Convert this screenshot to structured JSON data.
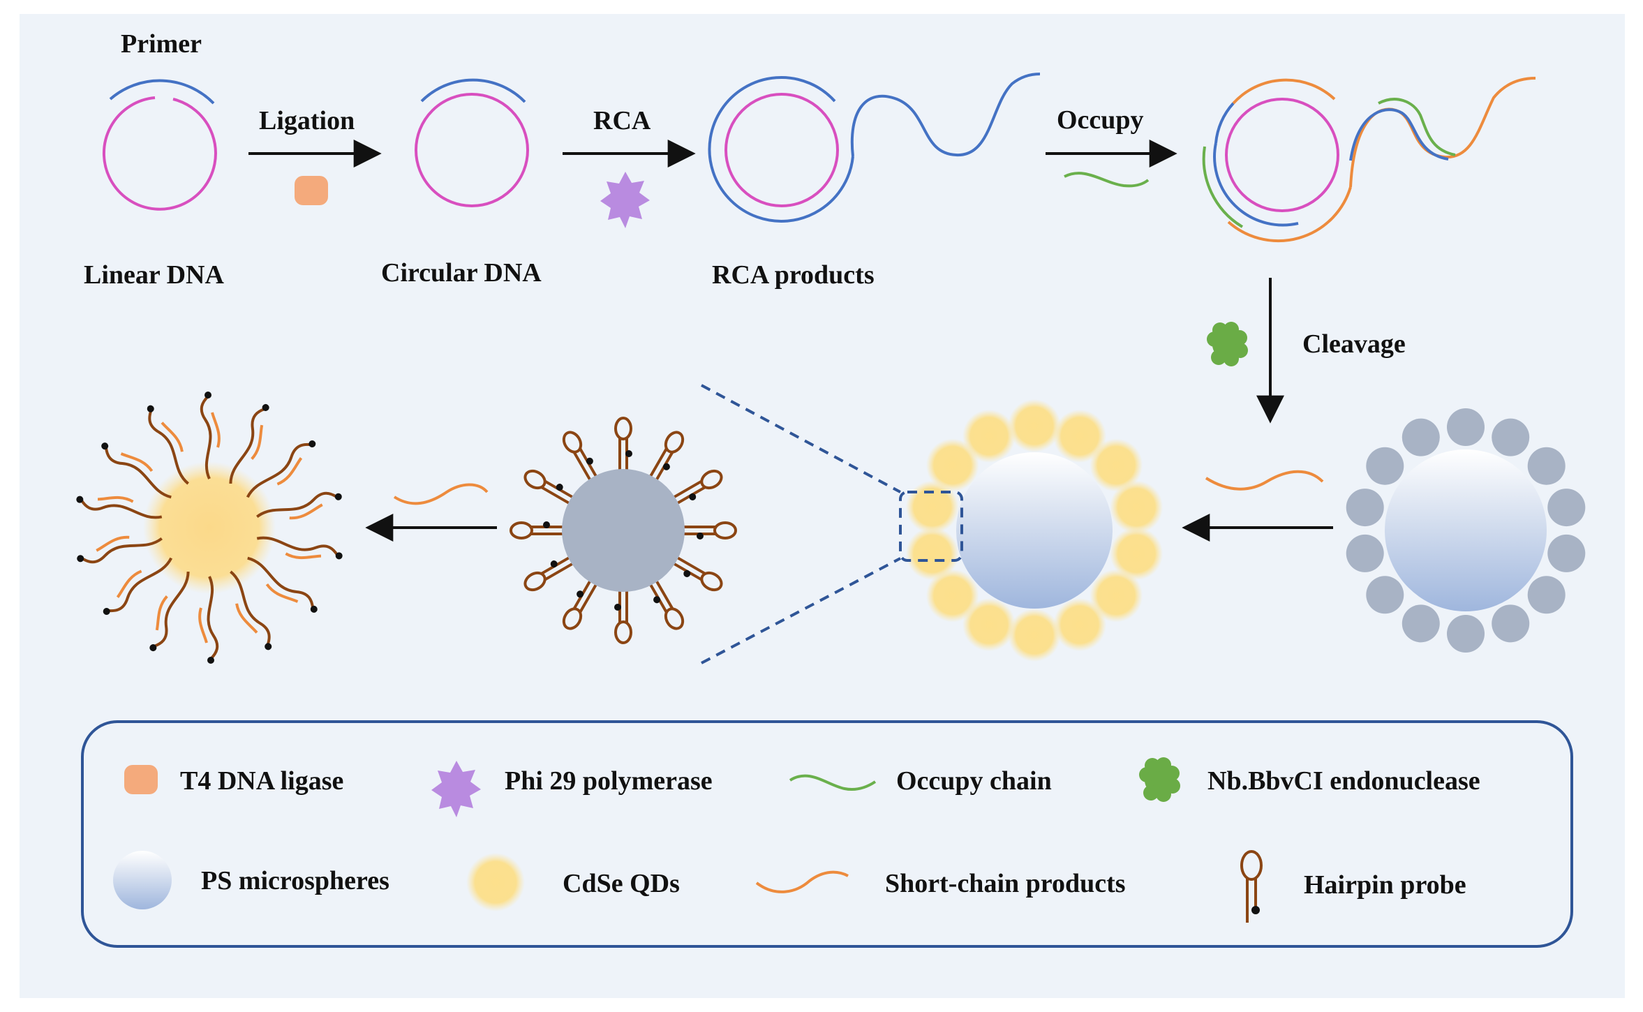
{
  "diagram": {
    "top_row": {
      "primer_label": "Primer",
      "linear_dna_label": "Linear DNA",
      "ligation_label": "Ligation",
      "circular_dna_label": "Circular DNA",
      "rca_label": "RCA",
      "rca_products_label": "RCA products",
      "occupy_label": "Occupy"
    },
    "cleavage_label": "Cleavage"
  },
  "legend": {
    "items": [
      {
        "label": "T4 DNA ligase",
        "icon": "ligase-icon"
      },
      {
        "label": "Phi 29 polymerase",
        "icon": "polymerase-icon"
      },
      {
        "label": "Occupy chain",
        "icon": "occupy-chain-icon"
      },
      {
        "label": "Nb.BbvCI endonuclease",
        "icon": "endonuclease-icon"
      },
      {
        "label": "PS microspheres",
        "icon": "ps-microsphere-icon"
      },
      {
        "label": "CdSe QDs",
        "icon": "qd-icon"
      },
      {
        "label": "Short-chain products",
        "icon": "short-chain-icon"
      },
      {
        "label": "Hairpin probe",
        "icon": "hairpin-probe-icon"
      }
    ]
  },
  "colors": {
    "background": "#eef3f9",
    "template_pink": "#d84fbf",
    "primer_blue": "#4472c4",
    "occupy_green": "#6ab04c",
    "product_orange": "#ed8b3d",
    "ligase": "#f4aa7c",
    "polymerase": "#b98be0",
    "endonuclease": "#6aac46",
    "qd_yellow": "#fbe08a",
    "ps_gray": "#a8b3c5",
    "hairpin_brown": "#8b4513",
    "dash_blue": "#2f5597"
  }
}
